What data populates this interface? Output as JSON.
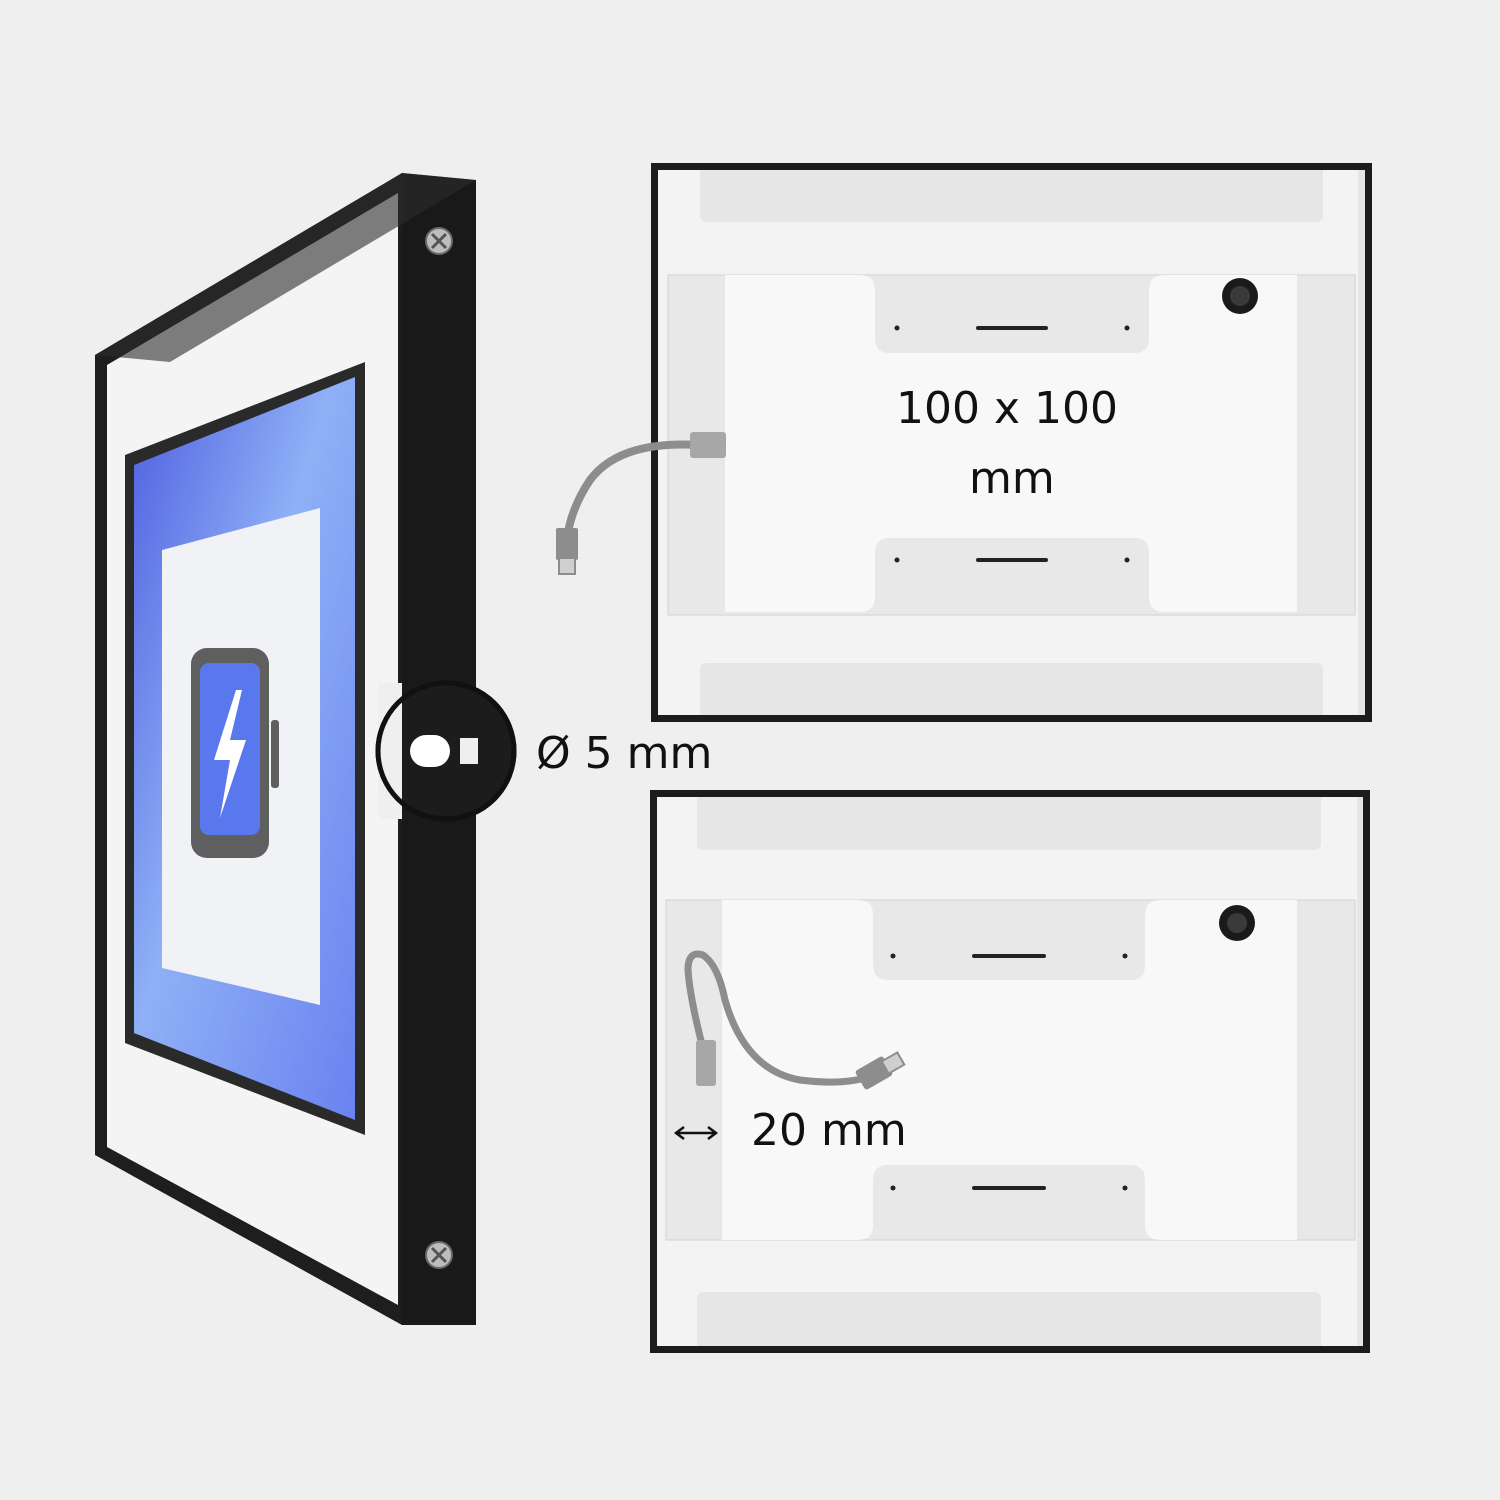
{
  "image": {
    "subject": "Product illustration of a black frame tablet wall mount with side view and two rear views",
    "colors": {
      "background": "#efefef",
      "frame": "#1c1c1c",
      "plate": "#f4f4f4",
      "screen_blue": "#6f86f2",
      "icon_blue": "#5a78ee"
    }
  },
  "labels": {
    "vesa_line1": "100 x 100",
    "vesa_line2": "mm",
    "hole_diameter": "Ø 5 mm",
    "cable_gap": "20 mm"
  }
}
